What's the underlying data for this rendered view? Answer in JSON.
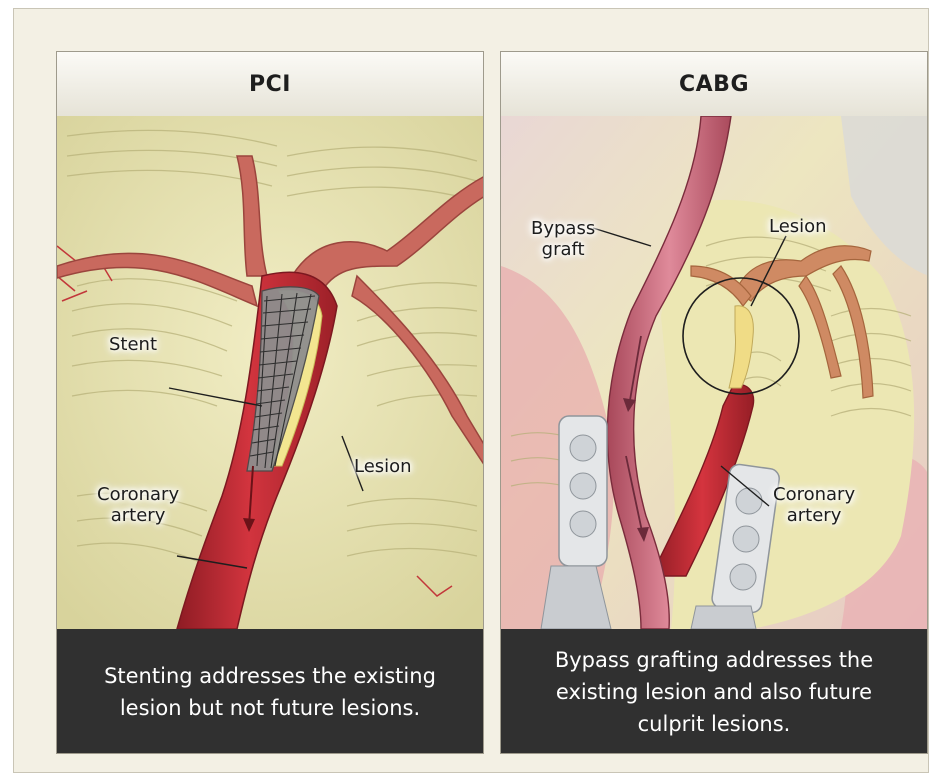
{
  "panels": {
    "pci": {
      "title": "PCI",
      "caption": "Stenting addresses the existing\nlesion but not future lesions.",
      "labels": {
        "stent": "Stent",
        "lesion": "Lesion",
        "coronary_artery": "Coronary\nartery"
      }
    },
    "cabg": {
      "title": "CABG",
      "caption": "Bypass grafting addresses the\nexisting lesion and also future\nculprit lesions.",
      "labels": {
        "bypass_graft": "Bypass\ngraft",
        "lesion": "Lesion",
        "coronary_artery": "Coronary\nartery"
      }
    }
  },
  "colors": {
    "heart_tissue": "#ece7b3",
    "artery": "#c8303a",
    "vessel": "#c9695e",
    "graft": "#cf6c80",
    "plaque": "#f3e690",
    "caption_bg": "#303030"
  }
}
